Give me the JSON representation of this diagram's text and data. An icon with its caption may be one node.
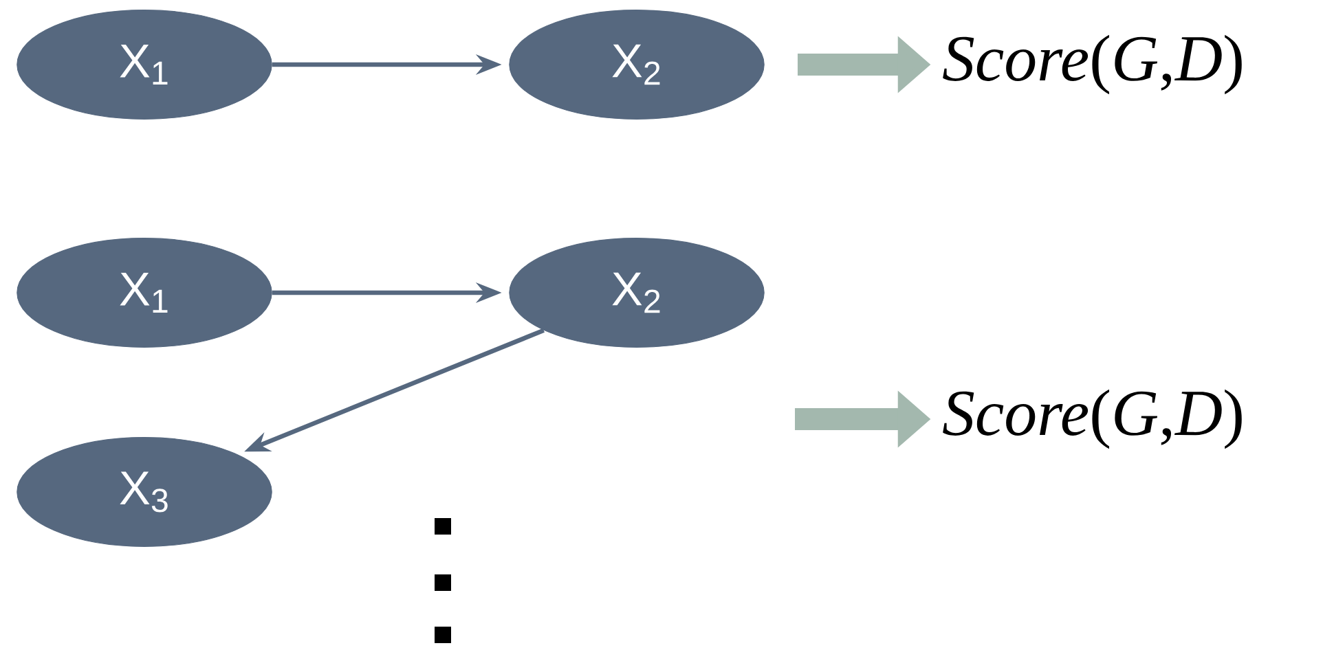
{
  "diagram": {
    "nodes": [
      {
        "text": [
          "X$_{1}$"
        ]
      },
      {
        "text": [
          "X$_{2}$"
        ]
      },
      {
        "text": [
          "*Score*(*G*,*D*)"
        ]
      },
      {
        "text": [
          "X$_{1}$"
        ]
      },
      {
        "text": [
          "X$_{2}$"
        ]
      },
      {
        "text": [
          "X$_{3}$"
        ]
      },
      {
        "text": [
          "*Score*(*G*,*D*)"
        ]
      }
    ],
    "edges": [
      {
        "from": 0,
        "to": 1,
        "arrow": "to"
      },
      {
        "from": null,
        "to": 2,
        "arrow": "to",
        "style": "thick",
        "color": "#a3b8ae"
      },
      {
        "from": 3,
        "to": 4,
        "arrow": "to"
      },
      {
        "from": 4,
        "to": 5,
        "arrow": "to"
      },
      {
        "from": null,
        "to": 6,
        "arrow": "to",
        "style": "thick",
        "color": "#a3b8ae"
      }
    ]
  }
}
